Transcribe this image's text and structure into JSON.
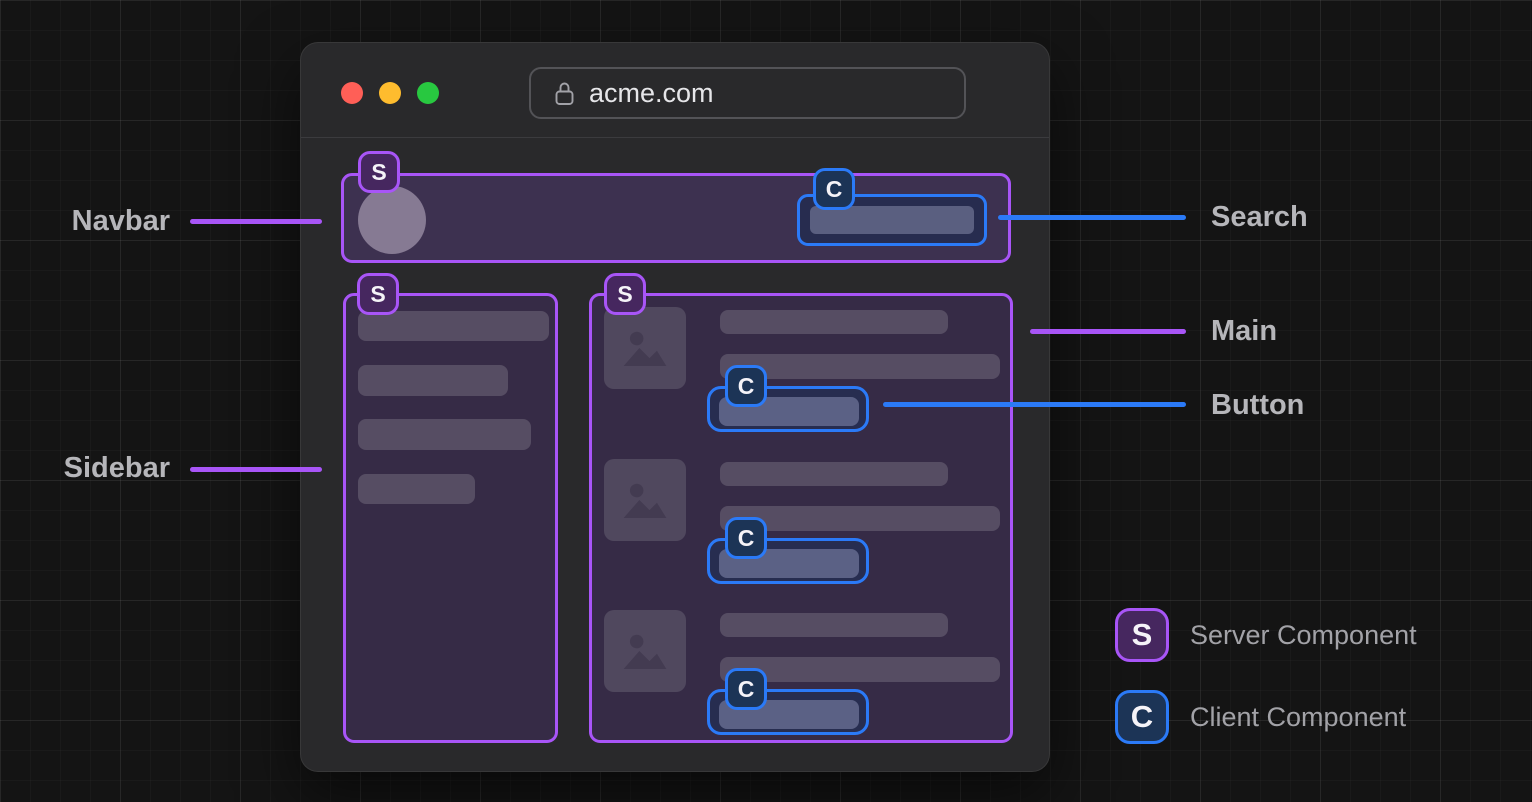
{
  "browser": {
    "url": "acme.com"
  },
  "badges": {
    "server_letter": "S",
    "client_letter": "C"
  },
  "annotations": {
    "navbar": "Navbar",
    "search": "Search",
    "main": "Main",
    "button": "Button",
    "sidebar": "Sidebar"
  },
  "legend": {
    "server": {
      "letter": "S",
      "label": "Server Component"
    },
    "client": {
      "letter": "C",
      "label": "Client Component"
    }
  },
  "colors": {
    "server_accent": "#a855f7",
    "client_accent": "#2b7af7",
    "traffic_red": "#ff5f57",
    "traffic_yellow": "#febc2e",
    "traffic_green": "#28c840",
    "background": "#141414",
    "window": "#29292b"
  }
}
